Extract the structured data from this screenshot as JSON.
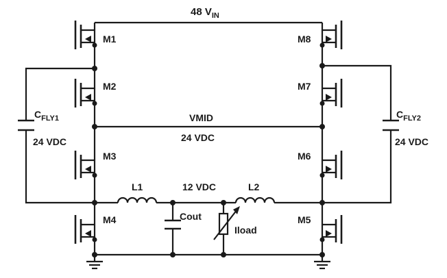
{
  "supply": {
    "label": "48 V",
    "subscript": "IN"
  },
  "transistors": [
    "M1",
    "M2",
    "M3",
    "M4",
    "M5",
    "M6",
    "M7",
    "M8"
  ],
  "cfly1": {
    "name": "C",
    "sub": "FLY1",
    "voltage": "24 VDC"
  },
  "cfly2": {
    "name": "C",
    "sub": "FLY2",
    "voltage": "24 VDC"
  },
  "vmid": {
    "label": "VMID",
    "voltage": "24 VDC"
  },
  "output": {
    "voltage": "12 VDC"
  },
  "inductors": [
    "L1",
    "L2"
  ],
  "cout": "Cout",
  "load": "Iload"
}
